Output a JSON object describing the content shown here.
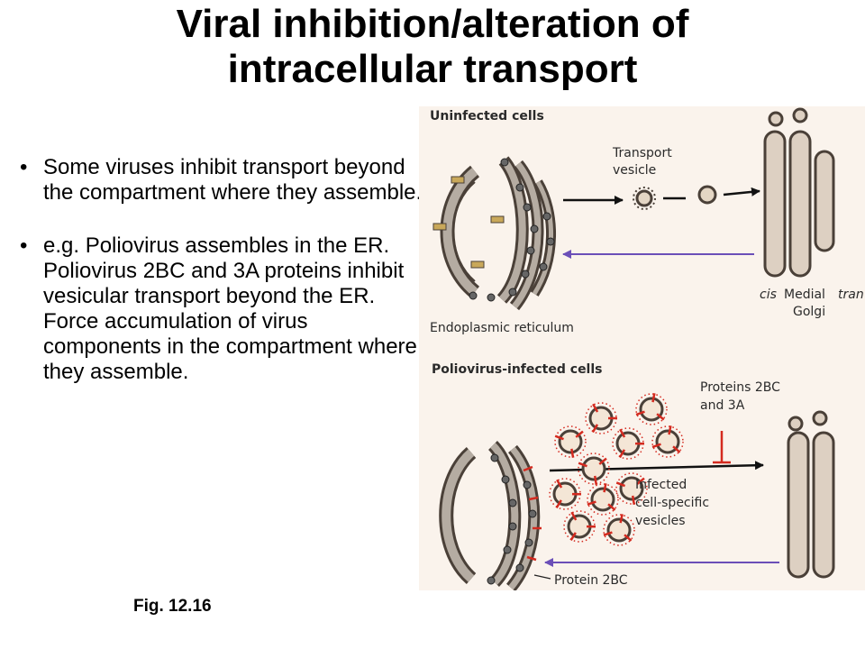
{
  "title": {
    "line1": "Viral inhibition/alteration of",
    "line2": "intracellular transport"
  },
  "bullets": [
    "Some viruses inhibit transport beyond the compartment where they assemble.",
    "e.g. Poliovirus assembles in the ER.  Poliovirus 2BC and 3A proteins inhibit vesicular transport beyond the ER. Force accumulation of virus components in the compartment where they assemble."
  ],
  "figure": {
    "uninfected_heading": "Uninfected cells",
    "transport_vesicle_line1": "Transport",
    "transport_vesicle_line2": "vesicle",
    "golgi_cis": "cis",
    "golgi_medial": "Medial",
    "golgi_trans": "tran",
    "golgi_label": "Golgi",
    "er_label": "Endoplasmic reticulum",
    "infected_heading": "Poliovirus-infected cells",
    "proteins_line1": "Proteins 2BC",
    "proteins_line2": "and 3A",
    "infected_vesicles_line1": "Infected",
    "infected_vesicles_line2": "cell-specific",
    "infected_vesicles_line3": "vesicles",
    "protein_2bc": "Protein 2BC",
    "colors": {
      "membrane": "#4a4038",
      "membrane_fill": "#b5aca2",
      "golgi_fill": "#ddd0c2",
      "transport_arrow": "#111111",
      "retrograde_arrow": "#6b4fb8",
      "viral_protein": "#d42a1f",
      "background": "#faf3ec"
    }
  },
  "fig_label": "Fig. 12.16"
}
